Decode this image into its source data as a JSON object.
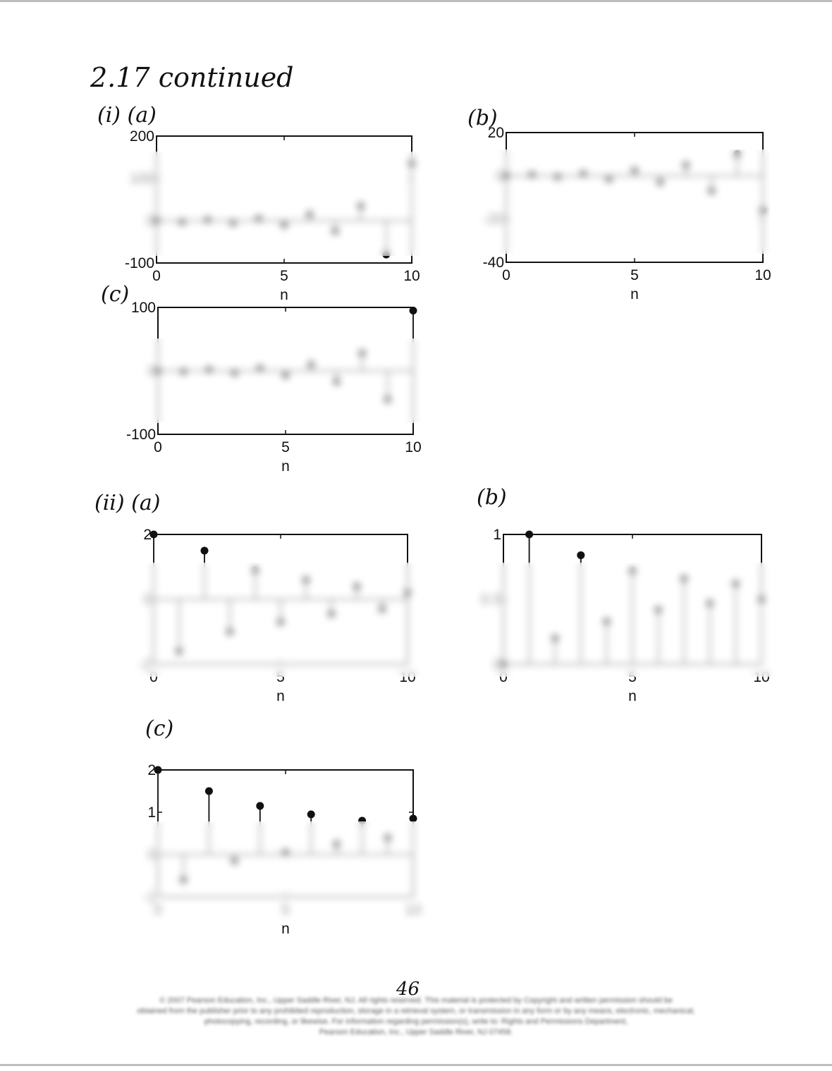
{
  "page": {
    "title": "2.17 continued",
    "page_number": "46",
    "footer_lines": [
      "© 2007 Pearson Education, Inc., Upper Saddle River, NJ. All rights reserved. This material is protected by Copyright and written permission should be",
      "obtained from the publisher prior to any prohibited reproduction, storage in a retrieval system, or transmission in any form or by any means, electronic, mechanical,",
      "photocopying, recording, or likewise. For information regarding permission(s), write to: Rights and Permissions Department,",
      "Pearson Education, Inc., Upper Saddle River, NJ 07458."
    ]
  },
  "labels": {
    "i_a": "(i) (a)",
    "i_b": "(b)",
    "i_c": "(c)",
    "ii_a": "(ii) (a)",
    "ii_b": "(b)",
    "ii_c": "(c)"
  },
  "chart_data": [
    {
      "id": "i_a",
      "type": "stem",
      "xlabel": "n",
      "xlim": [
        0,
        10
      ],
      "ylim": [
        -100,
        200
      ],
      "xticks": [
        "0",
        "5",
        "10"
      ],
      "yticks": [
        "200",
        "100",
        "0",
        "-100"
      ],
      "ytick_values": [
        200,
        100,
        0,
        -100
      ],
      "x": [
        0,
        1,
        2,
        3,
        4,
        5,
        6,
        7,
        8,
        9,
        10
      ],
      "values": [
        0,
        -3,
        2,
        -5,
        5,
        -10,
        15,
        -25,
        35,
        -80,
        135
      ]
    },
    {
      "id": "i_b",
      "type": "stem",
      "xlabel": "n",
      "xlim": [
        0,
        10
      ],
      "ylim": [
        -40,
        20
      ],
      "xticks": [
        "0",
        "5",
        "10"
      ],
      "yticks": [
        "20",
        "0",
        "-20",
        "-40"
      ],
      "ytick_values": [
        20,
        0,
        -20,
        -40
      ],
      "x": [
        0,
        1,
        2,
        3,
        4,
        5,
        6,
        7,
        8,
        9,
        10
      ],
      "values": [
        0,
        0.5,
        -0.5,
        1,
        -1.5,
        2.5,
        -3,
        5,
        -7,
        10,
        -16
      ]
    },
    {
      "id": "i_c",
      "type": "stem",
      "xlabel": "n",
      "xlim": [
        0,
        10
      ],
      "ylim": [
        -100,
        100
      ],
      "xticks": [
        "0",
        "5",
        "10"
      ],
      "yticks": [
        "100",
        "0",
        "-100"
      ],
      "ytick_values": [
        100,
        0,
        -100
      ],
      "x": [
        0,
        1,
        2,
        3,
        4,
        5,
        6,
        7,
        8,
        9,
        10
      ],
      "values": [
        0,
        -1,
        2,
        -3,
        4,
        -7,
        10,
        -17,
        28,
        -45,
        95
      ]
    },
    {
      "id": "ii_a",
      "type": "stem",
      "xlabel": "n",
      "xlim": [
        0,
        10
      ],
      "ylim": [
        -2,
        2
      ],
      "xticks": [
        "0",
        "5",
        "10"
      ],
      "yticks": [
        "2",
        "0",
        "-2"
      ],
      "ytick_values": [
        2,
        0,
        -2
      ],
      "x": [
        0,
        1,
        2,
        3,
        4,
        5,
        6,
        7,
        8,
        9,
        10
      ],
      "values": [
        2,
        -1.6,
        1.5,
        -1.0,
        0.9,
        -0.7,
        0.6,
        -0.45,
        0.4,
        -0.3,
        0.2
      ]
    },
    {
      "id": "ii_b",
      "type": "stem",
      "xlabel": "n",
      "xlim": [
        0,
        10
      ],
      "ylim": [
        0,
        1
      ],
      "xticks": [
        "0",
        "5",
        "10"
      ],
      "yticks": [
        "1",
        "0.5",
        "0"
      ],
      "ytick_values": [
        1,
        0.5,
        0
      ],
      "x": [
        0,
        1,
        2,
        3,
        4,
        5,
        6,
        7,
        8,
        9,
        10
      ],
      "values": [
        0,
        1,
        0.2,
        0.84,
        0.33,
        0.72,
        0.42,
        0.66,
        0.47,
        0.62,
        0.5
      ]
    },
    {
      "id": "ii_c",
      "type": "stem",
      "xlabel": "n",
      "xlim": [
        0,
        10
      ],
      "ylim": [
        -1,
        2
      ],
      "xticks": [
        "0",
        "5",
        "10"
      ],
      "yticks": [
        "2",
        "1",
        "0",
        "-1"
      ],
      "ytick_values": [
        2,
        1,
        0,
        -1
      ],
      "x": [
        0,
        1,
        2,
        3,
        4,
        5,
        6,
        7,
        8,
        9,
        10
      ],
      "values": [
        2,
        -0.6,
        1.5,
        -0.15,
        1.15,
        0.05,
        0.95,
        0.25,
        0.8,
        0.4,
        0.85
      ]
    }
  ]
}
